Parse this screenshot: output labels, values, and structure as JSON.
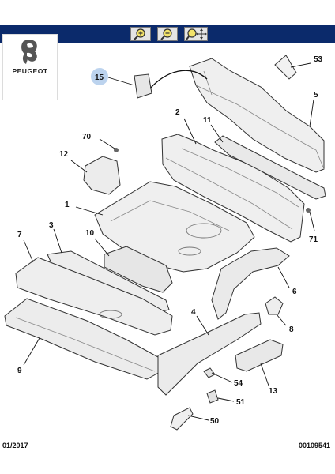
{
  "brand": {
    "name": "PEUGEOT"
  },
  "toolbar": {
    "buttons": [
      {
        "name": "zoom-in-button",
        "icon": "zoom-in-icon"
      },
      {
        "name": "zoom-out-button",
        "icon": "zoom-out-icon"
      },
      {
        "name": "zoom-pan-button",
        "icon": "zoom-move-icon"
      }
    ]
  },
  "highlight_color": "#bcd3ee",
  "callouts": {
    "c1": "1",
    "c2": "2",
    "c3": "3",
    "c4": "4",
    "c5": "5",
    "c6": "6",
    "c7": "7",
    "c8": "8",
    "c9": "9",
    "c10": "10",
    "c11": "11",
    "c12": "12",
    "c13": "13",
    "c15": "15",
    "c50": "50",
    "c51": "51",
    "c53": "53",
    "c54": "54",
    "c70": "70",
    "c71": "71"
  },
  "footer": {
    "date": "01/2017",
    "reference": "00109541"
  }
}
